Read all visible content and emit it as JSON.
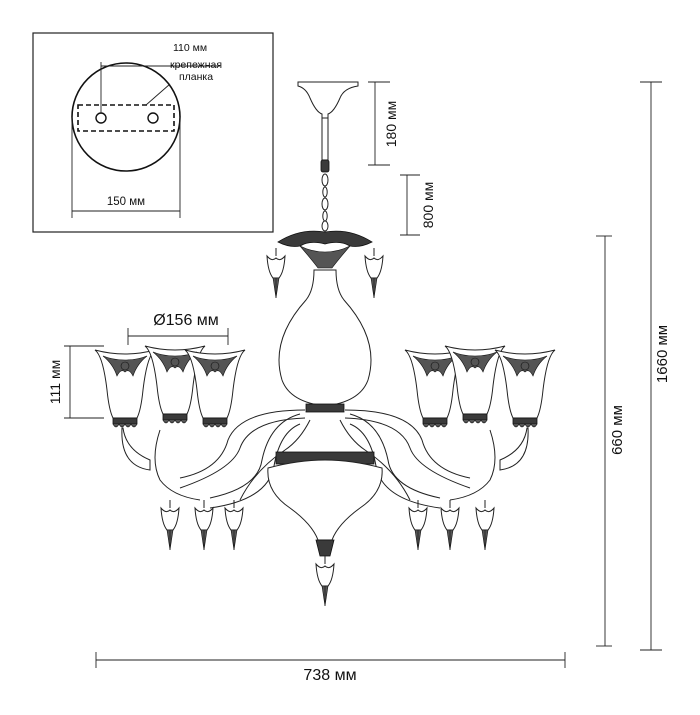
{
  "mount_plate": {
    "bar_width_label": "110 мм",
    "bracket_label_line1": "крепежная",
    "bracket_label_line2": "планка",
    "plate_diameter_label": "150 мм"
  },
  "dimensions": {
    "rod_length": "180 мм",
    "chain_length": "800 мм",
    "total_height": "1660 мм",
    "body_height": "660 мм",
    "shade_diameter": "Ø156 мм",
    "shade_height": "111 мм",
    "total_width": "738 мм"
  }
}
